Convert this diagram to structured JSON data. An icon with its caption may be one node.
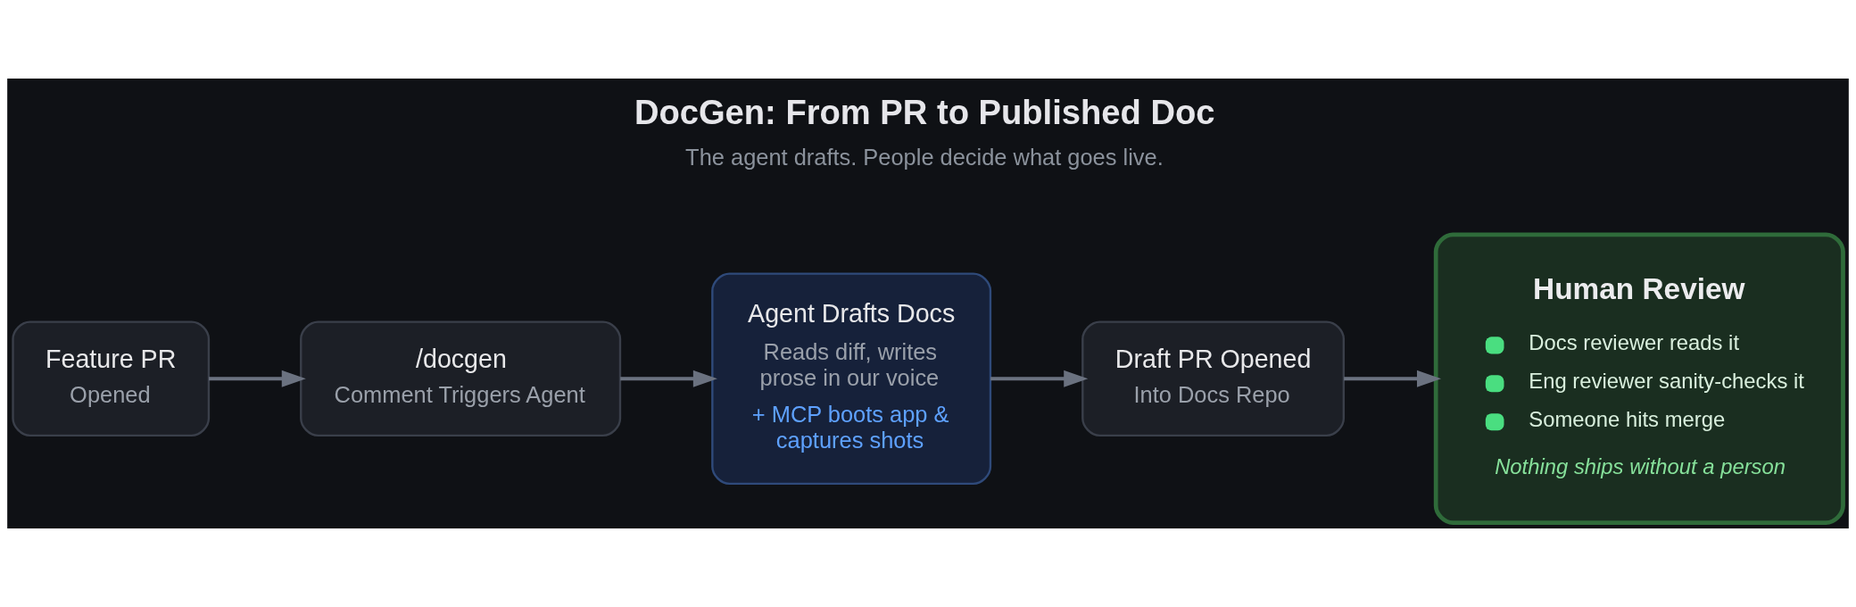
{
  "diagram": {
    "title": "DocGen: From PR to Published Doc",
    "caption": "The agent drafts. People decide what goes live.",
    "nodes": [
      {
        "text": [
          "Feature PR",
          "Opened"
        ]
      },
      {
        "text": [
          "/docgen",
          "Comment Triggers Agent"
        ]
      },
      {
        "text": [
          "Agent Drafts Docs",
          "Reads diff, writes prose in our voice",
          "+ MCP boots app & captures shots"
        ]
      },
      {
        "text": [
          "Draft PR Opened",
          "Into Docs Repo"
        ]
      },
      {
        "text": [
          "Human Review",
          "Docs reviewer reads it",
          "Eng reviewer sanity-checks it",
          "Someone hits merge",
          "Nothing ships without a person"
        ]
      }
    ],
    "edges": [
      {
        "from": 0,
        "to": 1,
        "arrow": "to"
      },
      {
        "from": 1,
        "to": 2,
        "arrow": "to"
      },
      {
        "from": 2,
        "to": 3,
        "arrow": "to"
      },
      {
        "from": 3,
        "to": 4,
        "arrow": "to"
      }
    ]
  }
}
